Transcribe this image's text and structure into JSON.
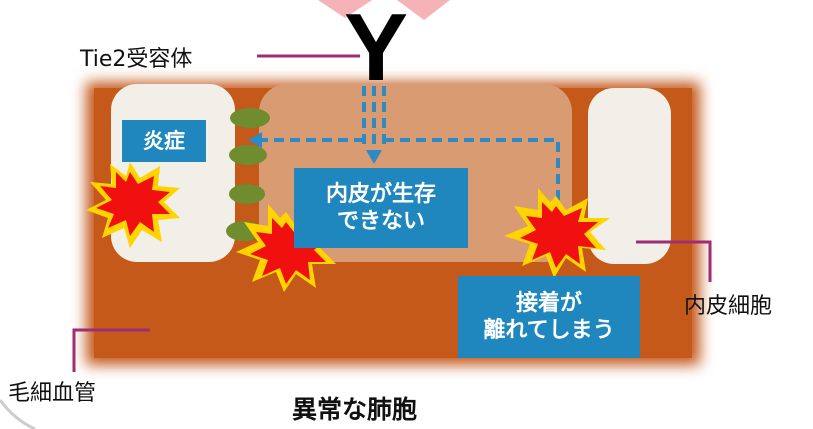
{
  "labels": {
    "tie2_receptor": "Tie2受容体",
    "inflammation": "炎症",
    "endothelium_cannot_survive_line1": "内皮が生存",
    "endothelium_cannot_survive_line2": "できない",
    "adhesion_detaches_line1": "接着が",
    "adhesion_detaches_line2": "離れてしまう",
    "endothelial_cell": "内皮細胞",
    "capillary": "毛細血管",
    "abnormal_alveolus": "異常な肺胞"
  },
  "receptor_symbol": "Y",
  "colors": {
    "capillary_orange": "#c4591a",
    "center_cell": "#d99b72",
    "side_cell": "#f1efe7",
    "box_blue": "#1f87be",
    "connector_magenta": "#9e2d74",
    "bubble_green": "#6f8c2f",
    "burst_red": "#f01010",
    "burst_yellow": "#ffd400",
    "arrow_blue": "#2d8ac4",
    "heart_pink": "#f5b3b8"
  }
}
